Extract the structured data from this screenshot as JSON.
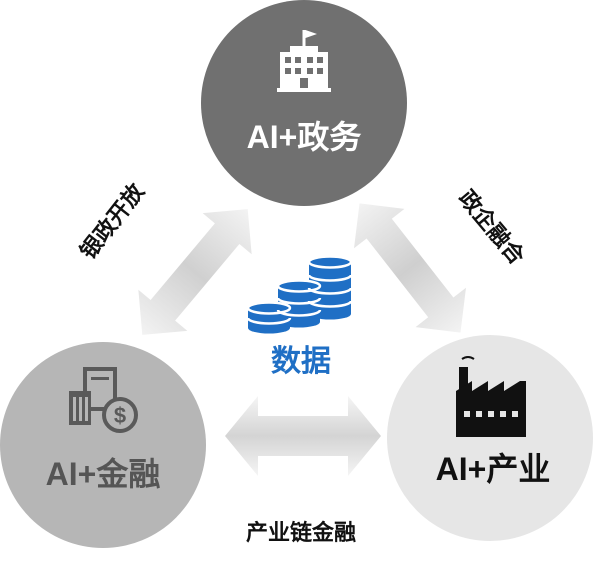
{
  "center": {
    "label": "数据",
    "color": "#1f6fc5"
  },
  "nodes": {
    "gov": {
      "label": "AI+政务",
      "fill": "#707070",
      "text_color": "#ffffff",
      "icon": "government-building-icon"
    },
    "finance": {
      "label": "AI+金融",
      "fill": "#b6b6b6",
      "text_color": "#555555",
      "icon": "bank-document-icon"
    },
    "industry": {
      "label": "AI+产业",
      "fill": "#e6e6e6",
      "text_color": "#111111",
      "icon": "factory-icon"
    }
  },
  "edges": {
    "bank_gov": "银政开放",
    "gov_enterprise": "政企融合",
    "supply_chain": "产业链金融"
  },
  "colors": {
    "arrow_light": "#f2f2f2",
    "arrow_dark": "#c8c8c8"
  }
}
